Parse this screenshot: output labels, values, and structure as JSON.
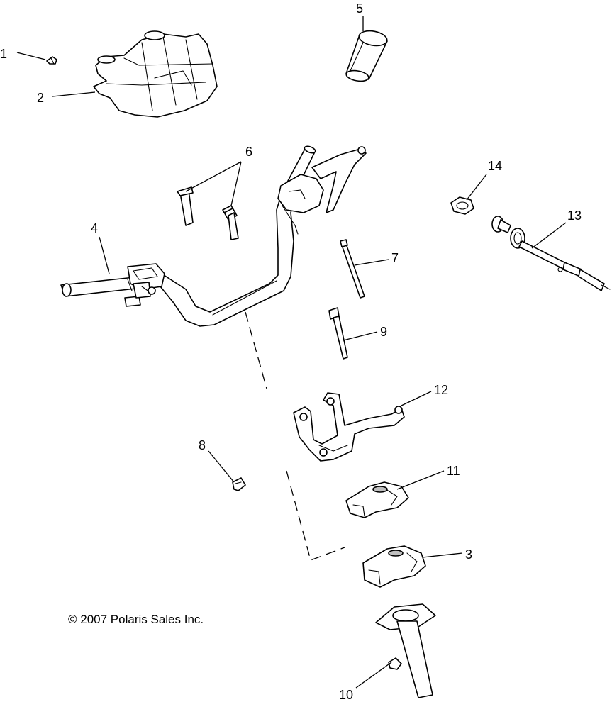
{
  "callouts": {
    "c1": "1",
    "c2": "2",
    "c3": "3",
    "c4": "4",
    "c5": "5",
    "c6": "6",
    "c7": "7",
    "c8": "8",
    "c9": "9",
    "c10": "10",
    "c11": "11",
    "c12": "12",
    "c13": "13",
    "c14": "14"
  },
  "copyright": "© 2007  Polaris Sales Inc."
}
